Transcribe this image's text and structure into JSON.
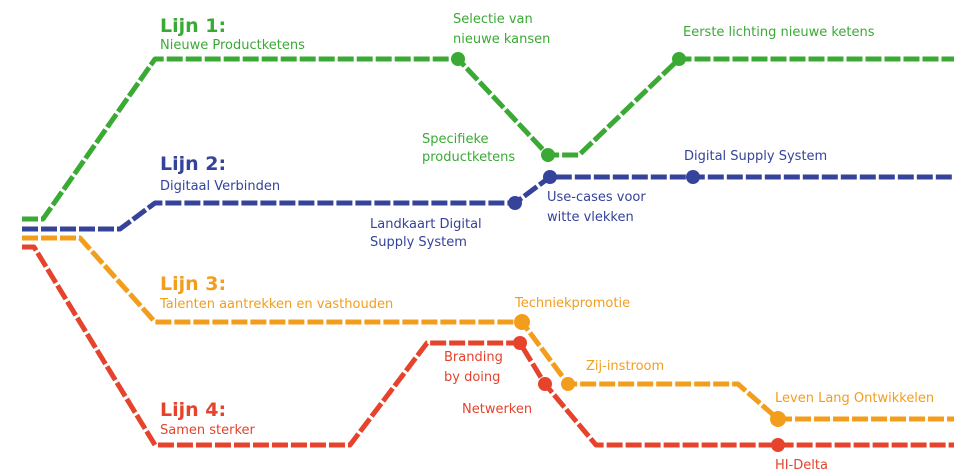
{
  "colors": {
    "green": "#3aaa35",
    "blue": "#35439a",
    "orange": "#f39d1d",
    "red": "#e5432c",
    "background": "#ffffff"
  },
  "lines": [
    {
      "id": "lijn1",
      "color": "green",
      "title": "Lijn 1:",
      "subtitle": "Nieuwe Productketens",
      "stations": [
        {
          "id": "selectie",
          "label": [
            "Selectie van",
            "nieuwe kansen"
          ]
        },
        {
          "id": "specifieke",
          "label": [
            "Specifieke",
            "productketens"
          ]
        },
        {
          "id": "eerste",
          "label": [
            "Eerste lichting nieuwe ketens"
          ]
        }
      ]
    },
    {
      "id": "lijn2",
      "color": "blue",
      "title": "Lijn 2:",
      "subtitle": "Digitaal Verbinden",
      "stations": [
        {
          "id": "landkaart",
          "label": [
            "Landkaart Digital",
            "Supply System"
          ]
        },
        {
          "id": "usecases",
          "label": [
            "Use-cases voor",
            "witte vlekken"
          ]
        },
        {
          "id": "dss",
          "label": [
            "Digital Supply System"
          ]
        }
      ]
    },
    {
      "id": "lijn3",
      "color": "orange",
      "title": "Lijn 3:",
      "subtitle": "Talenten aantrekken en vasthouden",
      "stations": [
        {
          "id": "techniek",
          "label": [
            "Techniekpromotie"
          ]
        },
        {
          "id": "zij",
          "label": [
            "Zij-instroom"
          ]
        },
        {
          "id": "leven",
          "label": [
            "Leven Lang Ontwikkelen"
          ]
        }
      ]
    },
    {
      "id": "lijn4",
      "color": "red",
      "title": "Lijn 4:",
      "subtitle": "Samen sterker",
      "stations": [
        {
          "id": "branding",
          "label": [
            "Branding",
            "by doing"
          ]
        },
        {
          "id": "netwerken",
          "label": [
            "Netwerken"
          ]
        },
        {
          "id": "hidelta",
          "label": [
            "HI-Delta"
          ]
        }
      ]
    }
  ]
}
